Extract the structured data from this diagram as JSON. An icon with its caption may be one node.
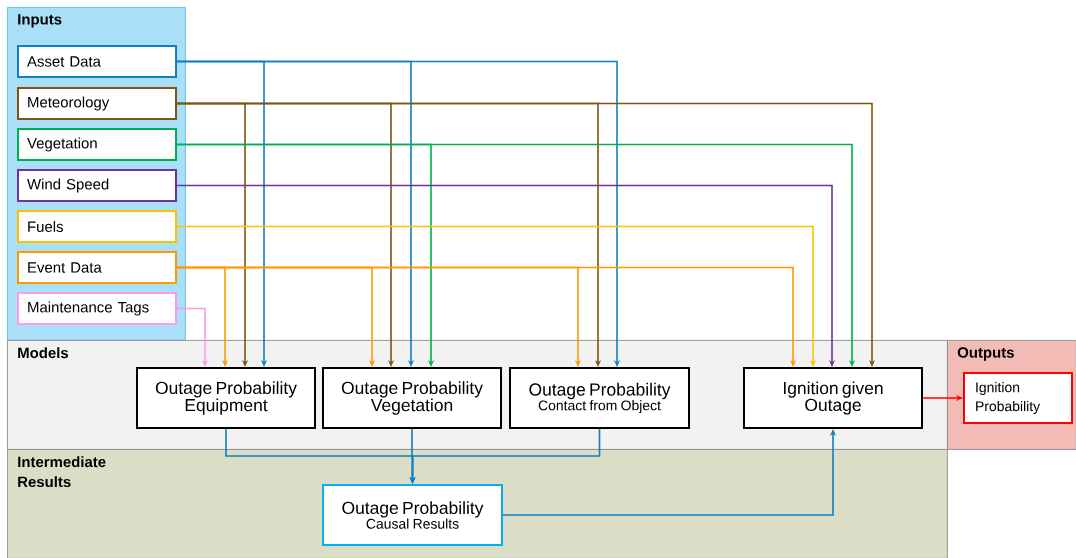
{
  "diagram": {
    "nodes": [
      {
        "text": [
          "Inputs"
        ]
      },
      {
        "text": [
          "Asset Data"
        ],
        "in": 0
      },
      {
        "text": [
          "Meteorology"
        ],
        "in": 0
      },
      {
        "text": [
          "Vegetation"
        ],
        "in": 0
      },
      {
        "text": [
          "Wind Speed"
        ],
        "in": 0
      },
      {
        "text": [
          "Fuels"
        ],
        "in": 0
      },
      {
        "text": [
          "Event Data"
        ],
        "in": 0
      },
      {
        "text": [
          "Maintenance Tags"
        ],
        "in": 0
      },
      {
        "text": [
          "Models"
        ]
      },
      {
        "text": [
          "Outage Probability",
          "Equipment"
        ],
        "in": 8
      },
      {
        "text": [
          "Outage Probability",
          "Vegetation"
        ],
        "in": 8
      },
      {
        "text": [
          "Outage Probability",
          "Contact from Object"
        ],
        "in": 8
      },
      {
        "text": [
          "Ignition given Outage"
        ],
        "in": 8
      },
      {
        "text": [
          "Outputs"
        ]
      },
      {
        "text": [
          "Ignition Probability"
        ],
        "in": 13
      },
      {
        "text": [
          "Intermediate Results"
        ]
      },
      {
        "text": [
          "Outage Probability",
          "Causal Results"
        ],
        "in": 15
      }
    ],
    "edges": [
      {
        "from": 1,
        "to": 9,
        "arrow": "to",
        "color": "#0f7fc1"
      },
      {
        "from": 1,
        "to": 10,
        "arrow": "to",
        "color": "#0f7fc1"
      },
      {
        "from": 1,
        "to": 11,
        "arrow": "to",
        "color": "#0f7fc1"
      },
      {
        "from": 2,
        "to": 9,
        "arrow": "to",
        "color": "#7f5412"
      },
      {
        "from": 2,
        "to": 10,
        "arrow": "to",
        "color": "#7f5412"
      },
      {
        "from": 2,
        "to": 11,
        "arrow": "to",
        "color": "#7f5412"
      },
      {
        "from": 2,
        "to": 12,
        "arrow": "to",
        "color": "#7f5412"
      },
      {
        "from": 3,
        "to": 10,
        "arrow": "to",
        "color": "#00b050"
      },
      {
        "from": 3,
        "to": 12,
        "arrow": "to",
        "color": "#00b050"
      },
      {
        "from": 4,
        "to": 12,
        "arrow": "to",
        "color": "#7030a0"
      },
      {
        "from": 5,
        "to": 12,
        "arrow": "to",
        "color": "#ffc000"
      },
      {
        "from": 6,
        "to": 9,
        "arrow": "to",
        "color": "#ff9900"
      },
      {
        "from": 6,
        "to": 10,
        "arrow": "to",
        "color": "#ff9900"
      },
      {
        "from": 6,
        "to": 11,
        "arrow": "to",
        "color": "#ff9900"
      },
      {
        "from": 6,
        "to": 12,
        "arrow": "to",
        "color": "#ff9900"
      },
      {
        "from": 7,
        "to": 9,
        "arrow": "to",
        "color": "#ff99ee"
      },
      {
        "from": 12,
        "to": 14,
        "arrow": "to",
        "color": "#ff0000"
      },
      {
        "from": 9,
        "to": 16,
        "arrow": "to",
        "color": "#0f7fc1"
      },
      {
        "from": 10,
        "to": 16,
        "arrow": "to",
        "color": "#0f7fc1"
      },
      {
        "from": 11,
        "to": 16,
        "arrow": "to",
        "color": "#0f7fc1"
      },
      {
        "from": 16,
        "to": 12,
        "arrow": "to",
        "color": "#0f7fc1"
      }
    ]
  }
}
